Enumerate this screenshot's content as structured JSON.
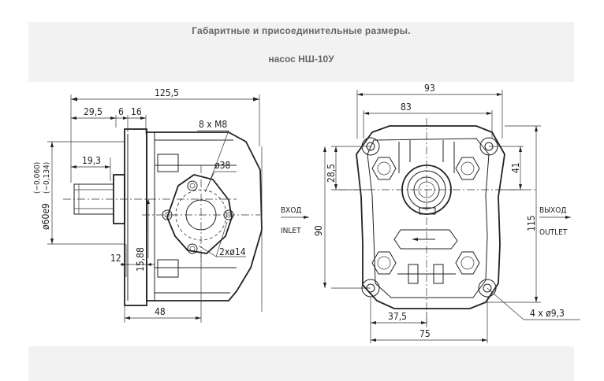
{
  "header": {
    "title": "Габаритные и присоединительные размеры.",
    "subtitle": "насос НШ-10У"
  },
  "side_view": {
    "dims": {
      "overall_length": "125,5",
      "d1": "29,5",
      "d2": "6",
      "d3": "16",
      "d4": "19,3",
      "bolts": "8 x M8",
      "port_dia": "ø38",
      "shaft_dia": "ø60e9",
      "tol_upper": "(−0,060)",
      "tol_lower": "(−0,134)",
      "d12": "12",
      "d1588": "15,88",
      "holes": "2xø14",
      "d48": "48"
    }
  },
  "front_view": {
    "dims": {
      "width93": "93",
      "width83": "83",
      "h285": "28,5",
      "h41": "41",
      "h90": "90",
      "h115": "115",
      "w375": "37,5",
      "w75": "75",
      "holes": "4 x ø9,3"
    },
    "labels": {
      "inlet_ru": "ВХОД",
      "inlet_en": "INLET",
      "outlet_ru": "ВЫХОД",
      "outlet_en": "OUTLET"
    }
  }
}
